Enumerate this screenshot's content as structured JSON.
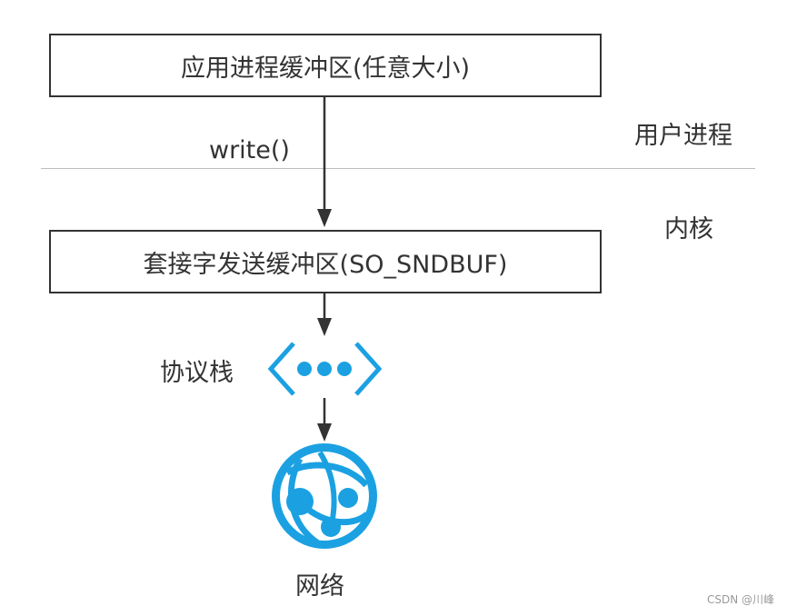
{
  "nodes": {
    "app_buffer": "应用进程缓冲区(任意大小)",
    "socket_send_buffer": "套接字发送缓冲区(SO_SNDBUF)"
  },
  "labels": {
    "write_call": "write()",
    "user_process": "用户进程",
    "kernel": "内核",
    "protocol_stack": "协议栈",
    "network": "网络"
  },
  "icons": {
    "protocol_stack": "ellipsis-brackets-icon",
    "network": "globe-icon"
  },
  "colors": {
    "box_border": "#333333",
    "text": "#333333",
    "divider": "#bdbdbd",
    "icon_accent": "#1ba1e2"
  },
  "watermark": "CSDN @川峰"
}
